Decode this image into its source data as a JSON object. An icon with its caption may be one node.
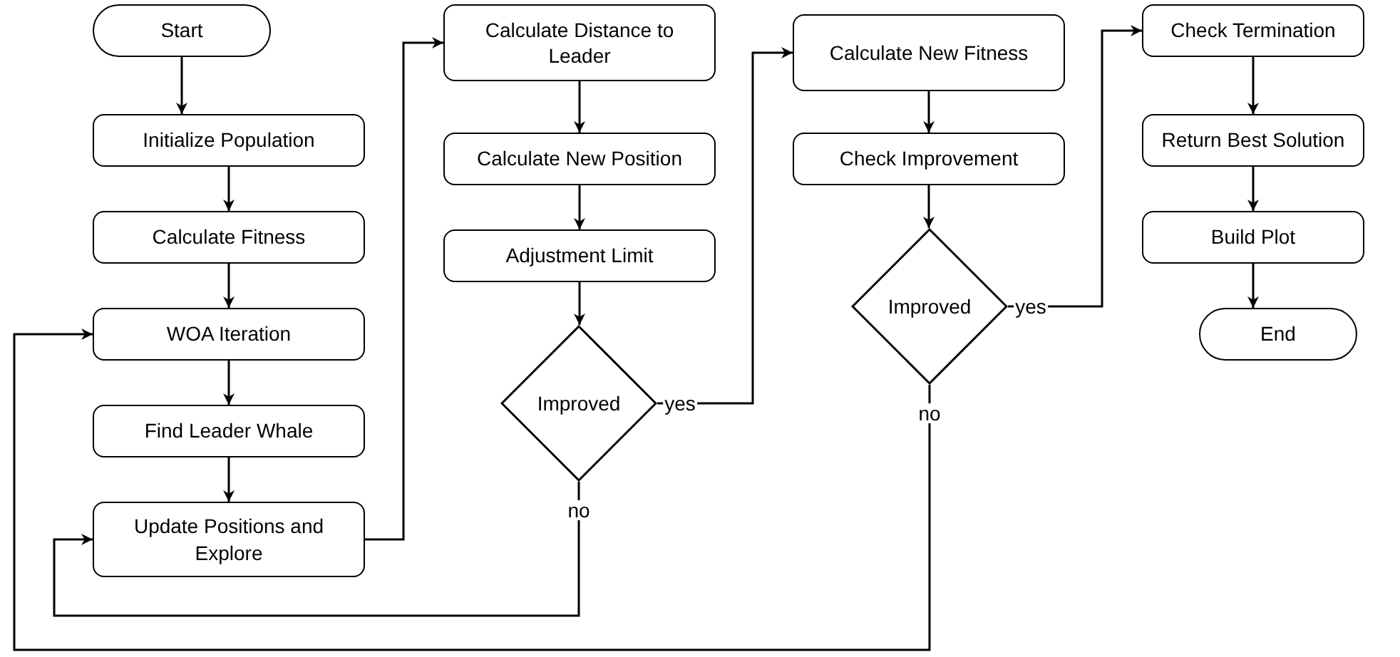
{
  "diagram": {
    "nodes": [
      {
        "text": [
          "Start"
        ]
      },
      {
        "text": [
          "Initialize Population"
        ]
      },
      {
        "text": [
          "Calculate Fitness"
        ]
      },
      {
        "text": [
          "WOA Iteration"
        ]
      },
      {
        "text": [
          "Find Leader Whale"
        ]
      },
      {
        "text": [
          "Update Positions and Explore"
        ]
      },
      {
        "text": [
          "Calculate Distance to Leader"
        ]
      },
      {
        "text": [
          "Calculate New Position"
        ]
      },
      {
        "text": [
          "Adjustment Limit"
        ]
      },
      {
        "text": [
          "Improved"
        ]
      },
      {
        "text": [
          "Calculate New Fitness"
        ]
      },
      {
        "text": [
          "Check Improvement"
        ]
      },
      {
        "text": [
          "Improved"
        ]
      },
      {
        "text": [
          "Check Termination"
        ]
      },
      {
        "text": [
          "Return Best Solution"
        ]
      },
      {
        "text": [
          "Build Plot"
        ]
      },
      {
        "text": [
          "End"
        ]
      }
    ],
    "edges": [
      {
        "from": 0,
        "to": 1,
        "arrow": "to"
      },
      {
        "from": 1,
        "to": 2,
        "arrow": "to"
      },
      {
        "from": 2,
        "to": 3,
        "arrow": "to"
      },
      {
        "from": 3,
        "to": 4,
        "arrow": "to"
      },
      {
        "from": 4,
        "to": 5,
        "arrow": "to"
      },
      {
        "from": 5,
        "to": 6,
        "arrow": "to"
      },
      {
        "from": 6,
        "to": 7,
        "arrow": "to"
      },
      {
        "from": 7,
        "to": 8,
        "arrow": "to"
      },
      {
        "from": 8,
        "to": 9,
        "arrow": "to"
      },
      {
        "from": 9,
        "to": 10,
        "label": "yes",
        "arrow": "to"
      },
      {
        "from": 9,
        "to": 5,
        "label": "no",
        "arrow": "to"
      },
      {
        "from": 10,
        "to": 11,
        "arrow": "to"
      },
      {
        "from": 11,
        "to": 12,
        "arrow": "to"
      },
      {
        "from": 12,
        "to": 13,
        "label": "yes",
        "arrow": "to"
      },
      {
        "from": 12,
        "to": 3,
        "label": "no",
        "arrow": "to"
      },
      {
        "from": 13,
        "to": 14,
        "arrow": "to"
      },
      {
        "from": 14,
        "to": 15,
        "arrow": "to"
      },
      {
        "from": 15,
        "to": 16,
        "arrow": "to"
      }
    ]
  }
}
